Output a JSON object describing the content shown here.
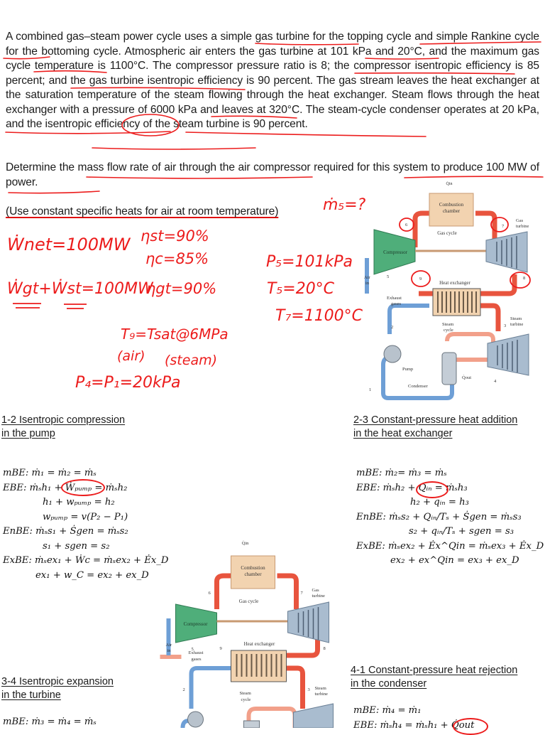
{
  "problem": {
    "paragraph1": "A combined gas–steam power cycle uses a simple gas turbine for the topping cycle and simple Rankine cycle for the bottoming cycle. Atmospheric air enters the gas turbine at 101 kPa and 20°C, and the maximum gas cycle temperature is 1100°C. The compressor pressure ratio is 8; the compressor isentropic efficiency is 85 percent; and the gas turbine isentropic efficiency is 90 percent. The gas stream leaves the heat exchanger at the saturation temperature of the steam flowing through the heat exchanger. Steam flows through the heat exchanger with a pressure of 6000 kPa and leaves at 320°C. The steam-cycle condenser operates at 20 kPa, and the isentropic efficiency of the steam turbine is 90 percent.",
    "paragraph2": "Determine the mass flow rate of air through the air compressor required for this system to produce 100 MW of power.",
    "paragraph3": "(Use constant specific heats for air at room temperature)"
  },
  "handwritten_notes": {
    "m5": "ṁ₅=?",
    "wnet": "Ẇnet=100MW",
    "eta_st": "ηst=90%",
    "eta_c": "ηc=85%",
    "wgt_wst": "Ẇgt+Ẇst=100MW",
    "eta_gt": "ηgt=90%",
    "p5": "P₅=101kPa",
    "t5": "T₅=20°C",
    "t7": "T₇=1100°C",
    "t9": "T₉=Tsat@6MPa",
    "air": "(air)",
    "steam": "(steam)",
    "p4": "P₄=P₁=20kPa"
  },
  "diagram": {
    "q_in": "Q̇in",
    "combustion_chamber": [
      "Combustion",
      "chamber"
    ],
    "gas_cycle": "Gas cycle",
    "gas_turbine": [
      "Gas",
      "turbine"
    ],
    "compressor": "Compressor",
    "air_in": [
      "Air",
      "in"
    ],
    "exhaust_gases": [
      "Exhaust",
      "gases"
    ],
    "heat_exchanger": "Heat exchanger",
    "steam_turbine": [
      "Steam",
      "turbine"
    ],
    "steam_cycle": [
      "Steam",
      "cycle"
    ],
    "pump": "Pump",
    "condenser": "Condenser",
    "q_out": "Q̇out",
    "states": [
      "1",
      "2",
      "3",
      "4",
      "5",
      "6",
      "7",
      "8",
      "9"
    ]
  },
  "sections": {
    "s12": {
      "title_line1": "1-2 Isentropic compression",
      "title_line2": "in the pump",
      "equations": [
        "mBE:   ṁ₁ = ṁ₂ = ṁₛ",
        "EBE: ṁₛh₁ + Ẇₚᵤₘₚ = ṁₛh₂",
        "h₁ + wₚᵤₘₚ = h₂",
        "wₚᵤₘₚ = v(P₂ − P₁)",
        "EnBE: ṁₛs₁ + Ṡgen = ṁₛs₂",
        "s₁ + sgen = s₂",
        "ExBE: ṁₛex₁ + Ẇc = ṁₛex₂ + Ėx_D",
        "ex₁ + w_C = ex₂ + ex_D"
      ]
    },
    "s23": {
      "title_line1": "2-3 Constant-pressure heat addition",
      "title_line2": "in the heat exchanger",
      "equations": [
        "mBE:  ṁ₂= ṁ₃ = ṁₛ",
        "EBE: ṁₛh₂ + Qᵢₙ = ṁₛh₃",
        "h₂ + qᵢₙ = h₃",
        "EnBE: ṁₛs₂ + Qᵢₙ/Tₛ + Ṡgen = ṁₛs₃",
        "s₂ + qᵢₙ/Tₛ + sgen = s₃",
        "ExBE: ṁₛex₂ + Ėx^Qin = ṁₛex₃ + Ėx_D",
        "ex₂ + ex^Qin = ex₃ + ex_D"
      ]
    },
    "s34": {
      "title_line1": "3-4 Isentropic expansion",
      "title_line2": "in the turbine",
      "equations": [
        "mBE: ṁ₃ = ṁ₄ = ṁₛ"
      ]
    },
    "s41": {
      "title_line1": "4-1 Constant-pressure heat rejection",
      "title_line2": "in the condenser",
      "equations": [
        "mBE: ṁ₄ = ṁ₁",
        "EBE: ṁₛh₄ = ṁₛh₁ + Q̇out"
      ]
    }
  },
  "colors": {
    "annotation_red": "#ec1c1c",
    "gas_pipe": "#e8543e",
    "water_pipe": "#6e9fd6",
    "compressor_green": "#4fae7a",
    "chamber_tan": "#f2d3b0"
  }
}
